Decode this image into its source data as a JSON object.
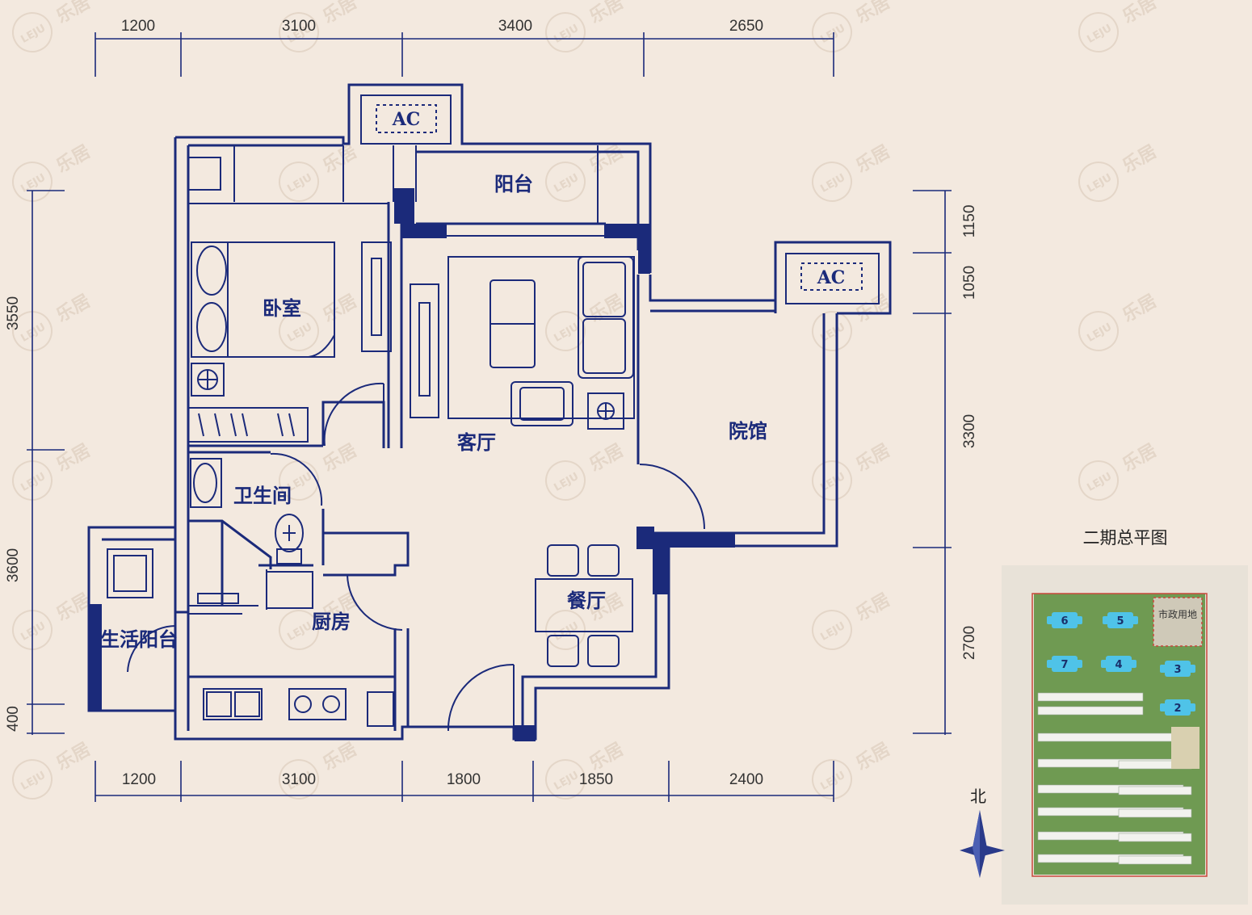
{
  "rooms": {
    "balcony": "阳台",
    "bedroom": "卧室",
    "living_room": "客厅",
    "courtyard": "院馆",
    "bathroom": "卫生间",
    "dining": "餐厅",
    "kitchen": "厨房",
    "service_balcony": "生活阳台"
  },
  "ac_units": [
    "AC",
    "AC"
  ],
  "dimensions": {
    "top": [
      "1200",
      "3100",
      "3400",
      "2650"
    ],
    "bottom": [
      "1200",
      "3100",
      "1800",
      "1850",
      "2400"
    ],
    "left": [
      "3550",
      "3600",
      "400"
    ],
    "right": [
      "1150",
      "1050",
      "3300",
      "2700"
    ]
  },
  "site_plan": {
    "title": "二期总平图",
    "municipal_label": "市政用地",
    "buildings": [
      "6",
      "5",
      "7",
      "4",
      "3",
      "2"
    ]
  },
  "compass": {
    "north_label": "北"
  },
  "watermark": {
    "brand": "乐居",
    "logo": "LEJU"
  },
  "colors": {
    "line": "#1b2a7a",
    "background": "#f3e9df",
    "site_green": "#6f9a52"
  }
}
